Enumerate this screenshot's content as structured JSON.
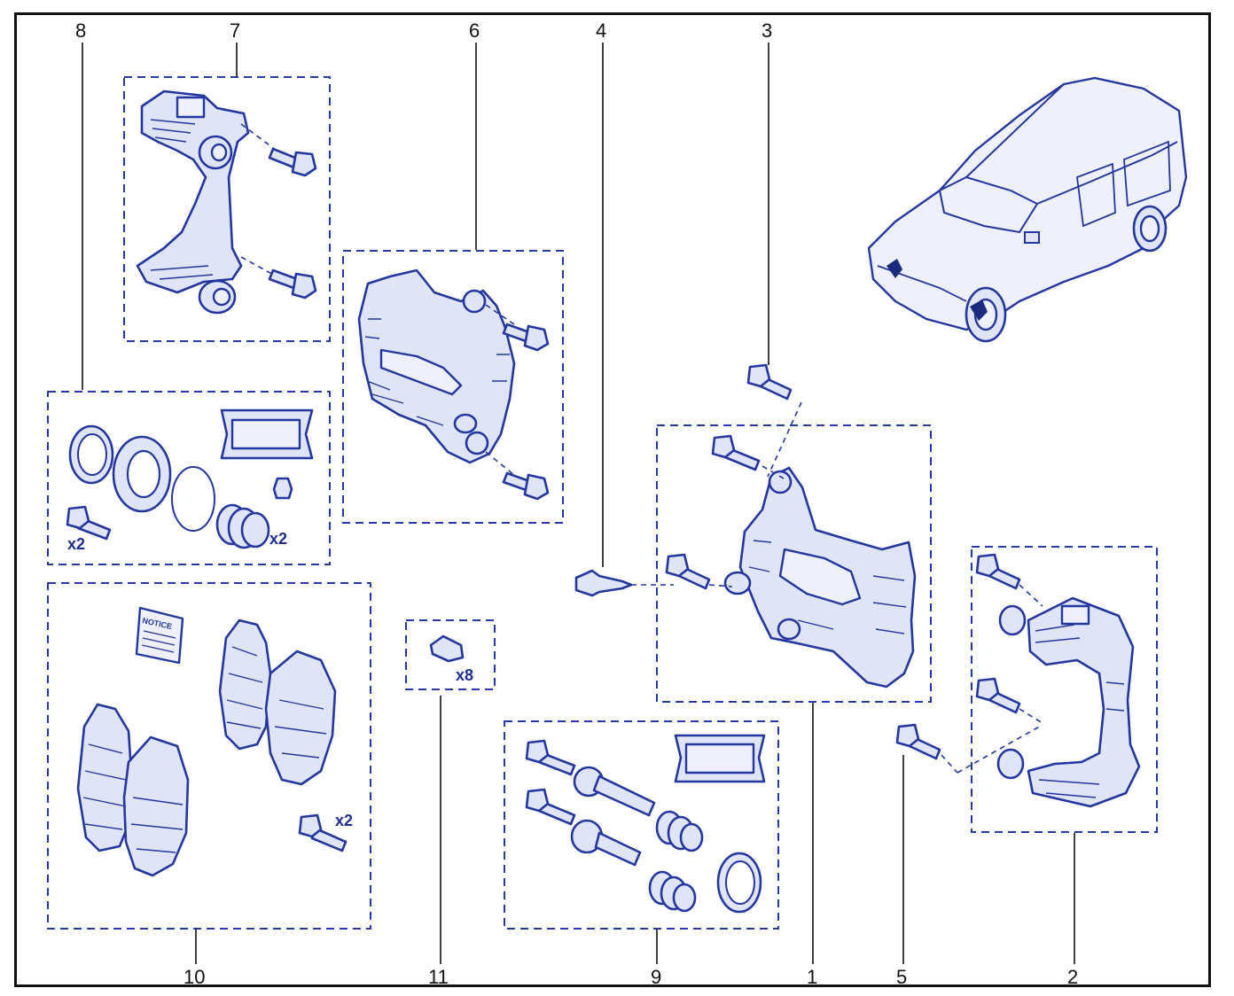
{
  "callouts": {
    "c1": "1",
    "c2": "2",
    "c3": "3",
    "c4": "4",
    "c5": "5",
    "c6": "6",
    "c7": "7",
    "c8": "8",
    "c9": "9",
    "c10": "10",
    "c11": "11"
  },
  "quantities": {
    "kit8_bolt": "x2",
    "kit8_boot": "x2",
    "kit10_bolt": "x2",
    "kit11_clip": "x8"
  },
  "notice_label": "NOTICE",
  "colors": {
    "line": "#2436a0",
    "fill": "#dfe4f7",
    "frame": "#111111"
  }
}
